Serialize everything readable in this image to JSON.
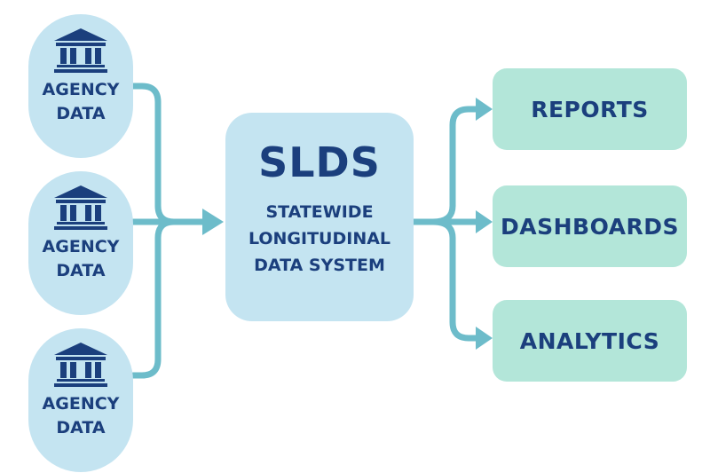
{
  "colors": {
    "source_fill": "#c4e4f1",
    "hub_fill": "#c4e4f1",
    "output_fill": "#b3e6d9",
    "text": "#1b3f7d",
    "connector": "#6dbcca"
  },
  "sources": [
    {
      "icon": "bank-icon",
      "line1": "AGENCY",
      "line2": "DATA"
    },
    {
      "icon": "bank-icon",
      "line1": "AGENCY",
      "line2": "DATA"
    },
    {
      "icon": "bank-icon",
      "line1": "AGENCY",
      "line2": "DATA"
    }
  ],
  "hub": {
    "title": "SLDS",
    "subtitle_lines": [
      "STATEWIDE",
      "LONGITUDINAL",
      "DATA SYSTEM"
    ]
  },
  "outputs": [
    {
      "label": "REPORTS"
    },
    {
      "label": "DASHBOARDS"
    },
    {
      "label": "ANALYTICS"
    }
  ]
}
